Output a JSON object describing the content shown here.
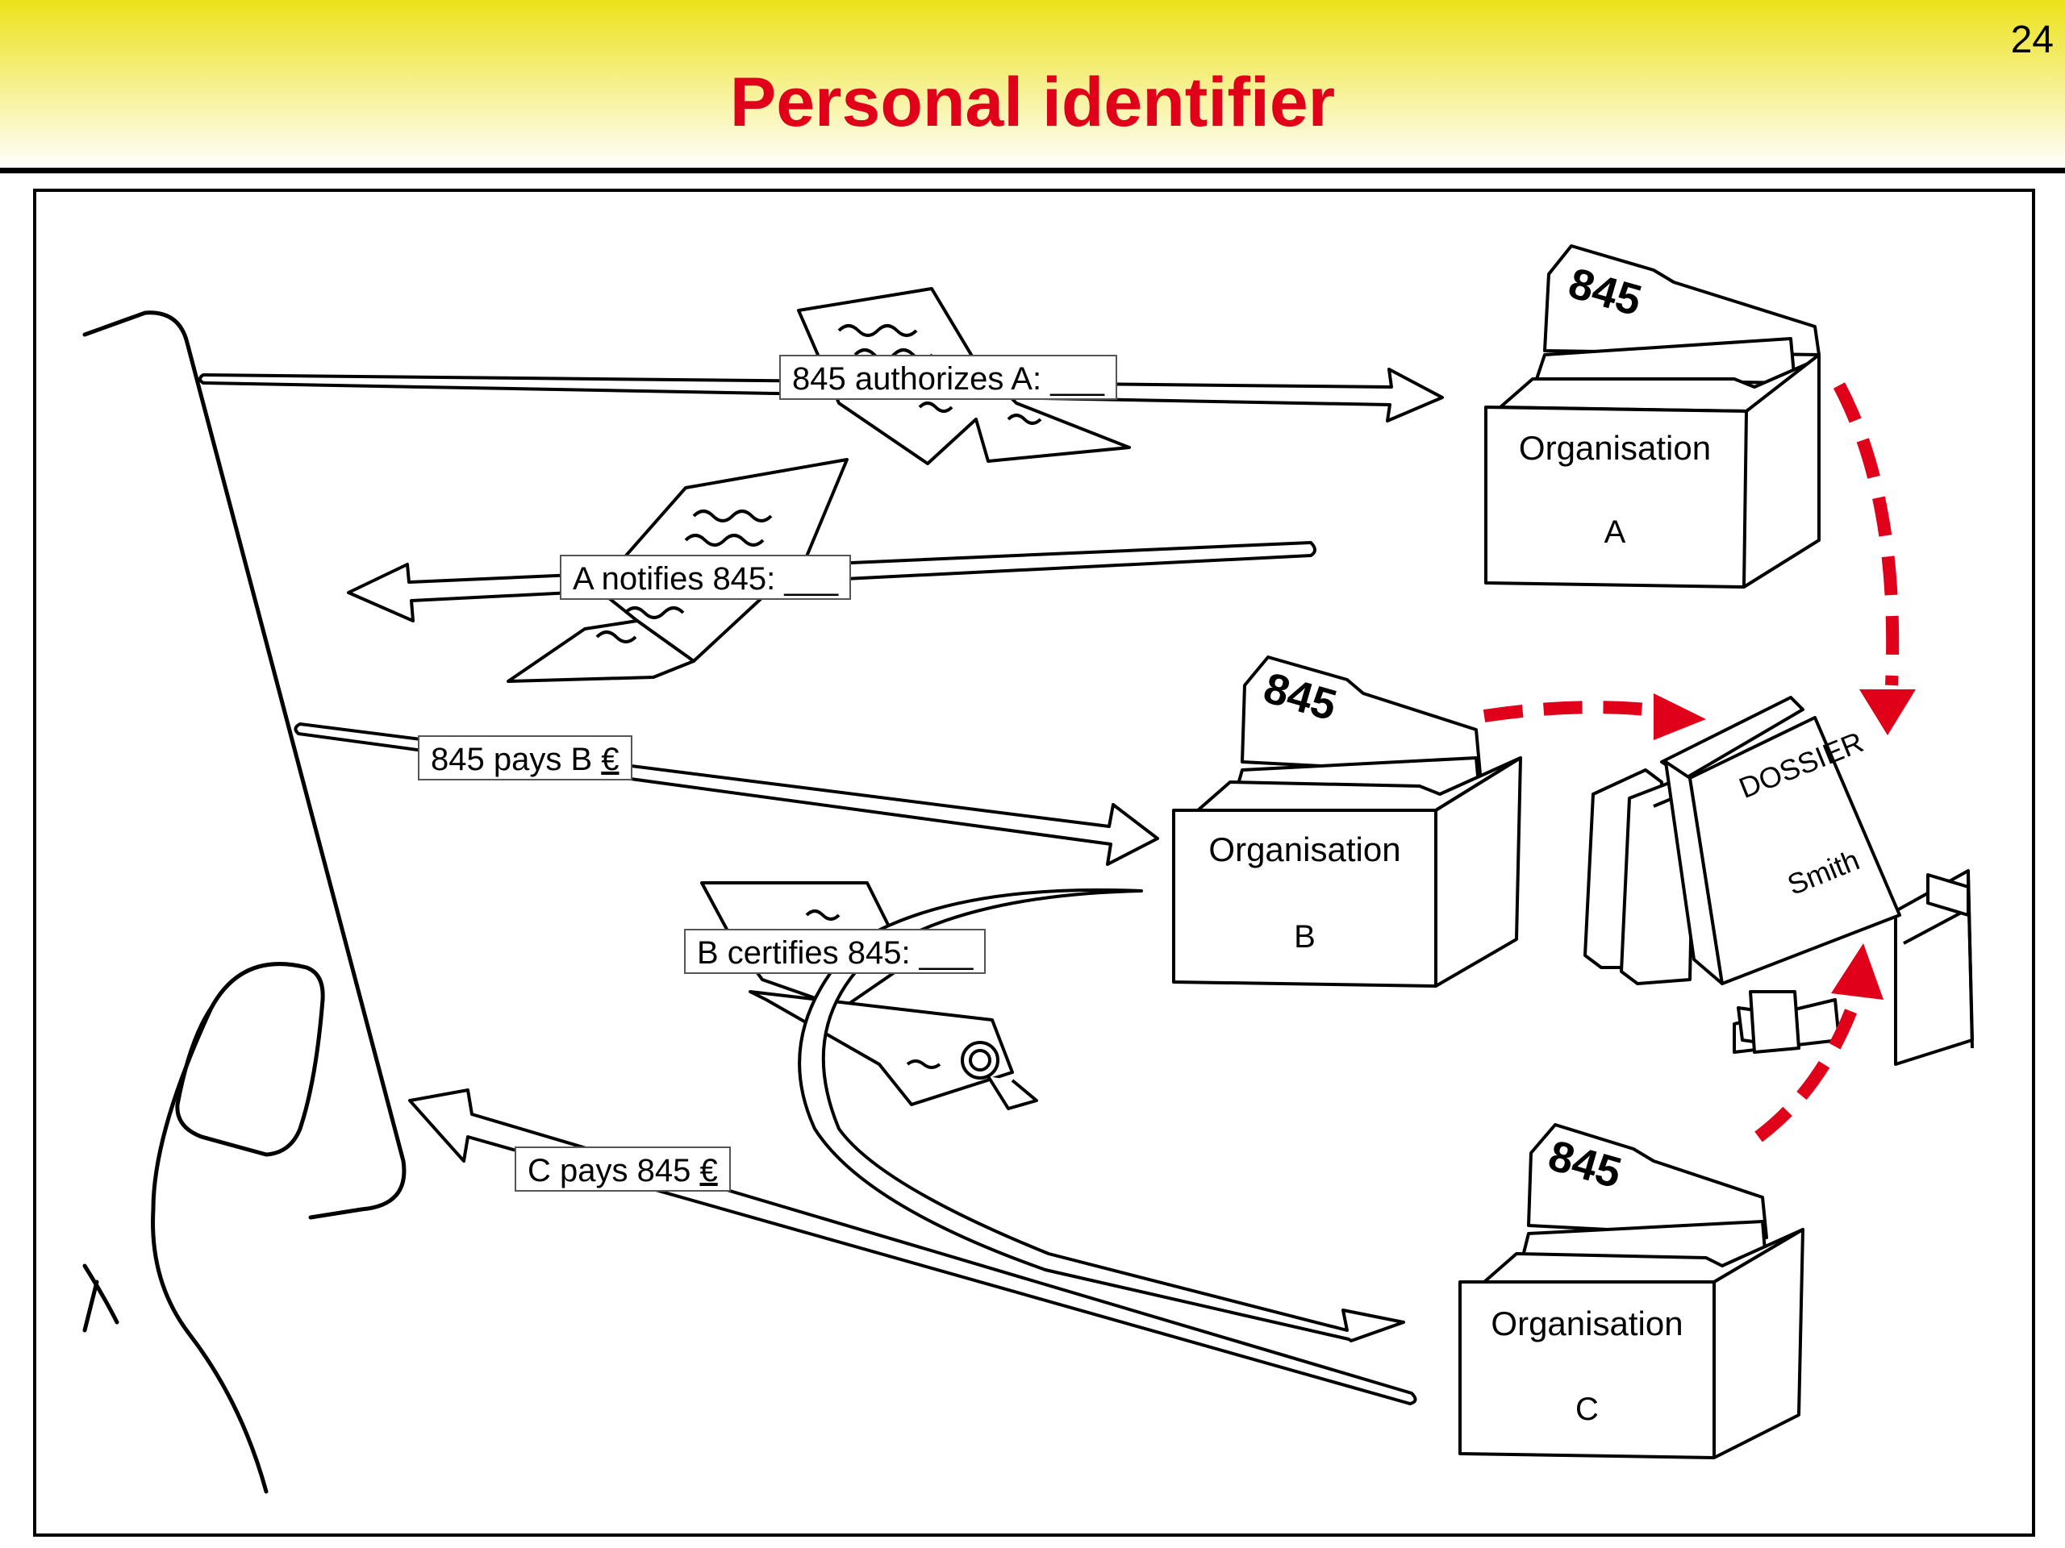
{
  "page_number": "24",
  "title": "Personal identifier",
  "labels": {
    "authorizes": "845 authorizes A: ___",
    "notifies": "A notifies 845: ___",
    "pays_b_text": "845 pays B ",
    "pays_b_currency": "€",
    "certifies": "B certifies 845: ___",
    "c_pays_text": "C pays 845 ",
    "c_pays_currency": "€"
  },
  "organisations": [
    {
      "word": "Organisation",
      "letter": "A",
      "tab": "845"
    },
    {
      "word": "Organisation",
      "letter": "B",
      "tab": "845"
    },
    {
      "word": "Organisation",
      "letter": "C",
      "tab": "845"
    }
  ],
  "dossier": {
    "line1": "DOSSIER",
    "line2": "Smith"
  },
  "colors": {
    "title": "#e0001a",
    "dashed_arrows": "#e0001a",
    "header_top": "#ece21a"
  }
}
